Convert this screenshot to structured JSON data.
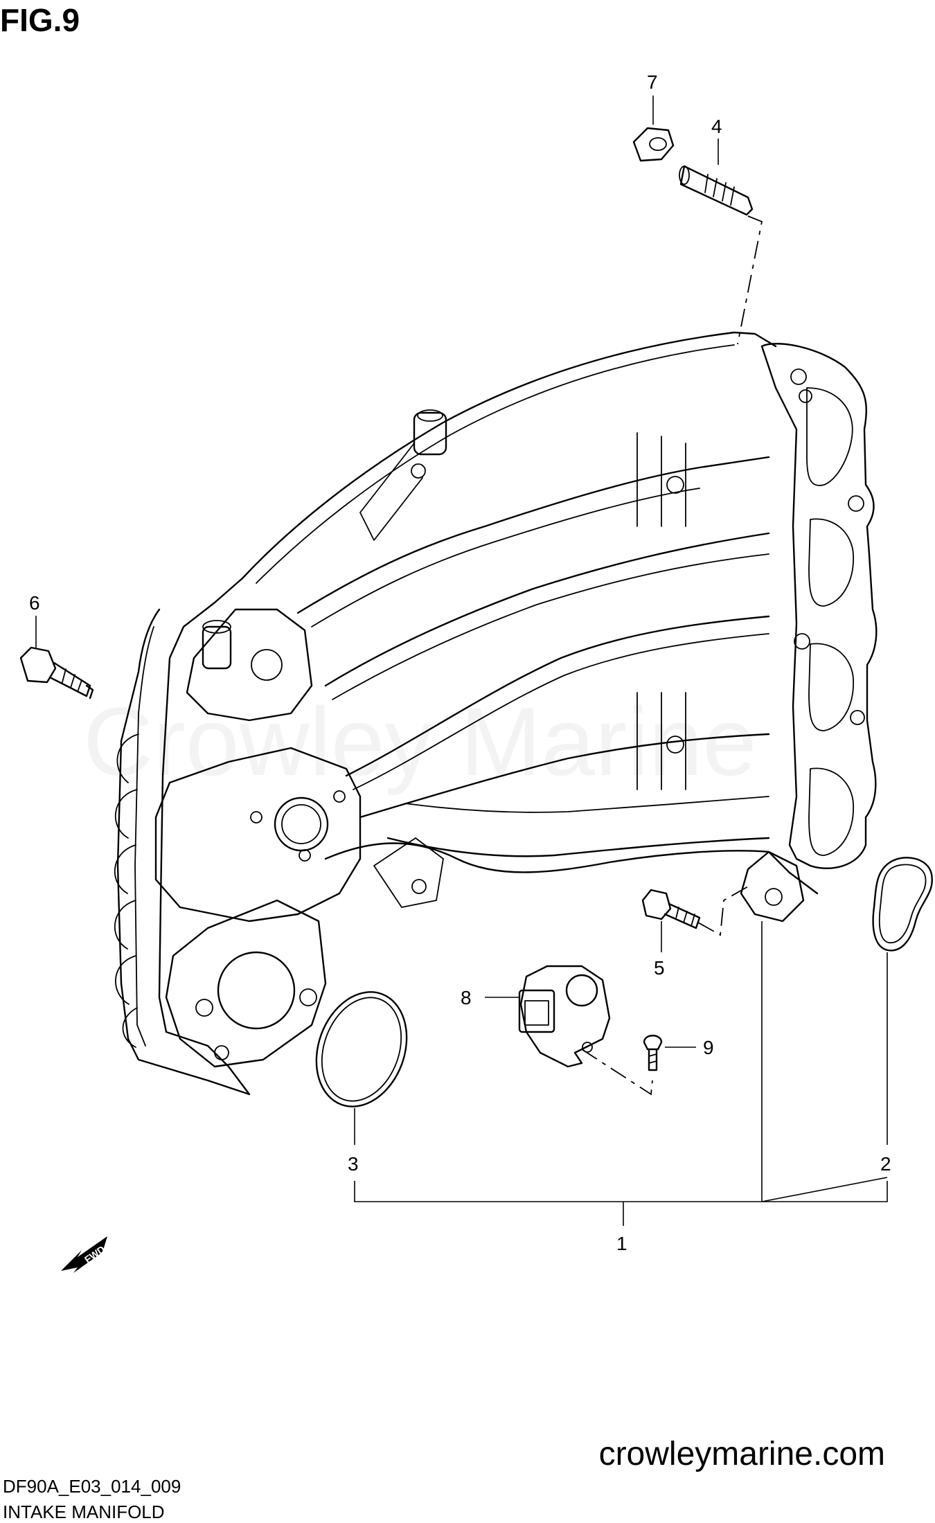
{
  "figure": {
    "title": "FIG.9",
    "diagram_code": "DF90A_E03_014_009",
    "caption": "INTAKE MANIFOLD",
    "website": "crowleymarine.com",
    "watermark": "Crowley Marine",
    "direction_label": "FWD"
  },
  "callouts": [
    {
      "id": "1",
      "label": "1"
    },
    {
      "id": "2",
      "label": "2"
    },
    {
      "id": "3",
      "label": "3"
    },
    {
      "id": "4",
      "label": "4"
    },
    {
      "id": "5",
      "label": "5"
    },
    {
      "id": "6",
      "label": "6"
    },
    {
      "id": "7",
      "label": "7"
    },
    {
      "id": "8",
      "label": "8"
    },
    {
      "id": "9",
      "label": "9"
    }
  ]
}
